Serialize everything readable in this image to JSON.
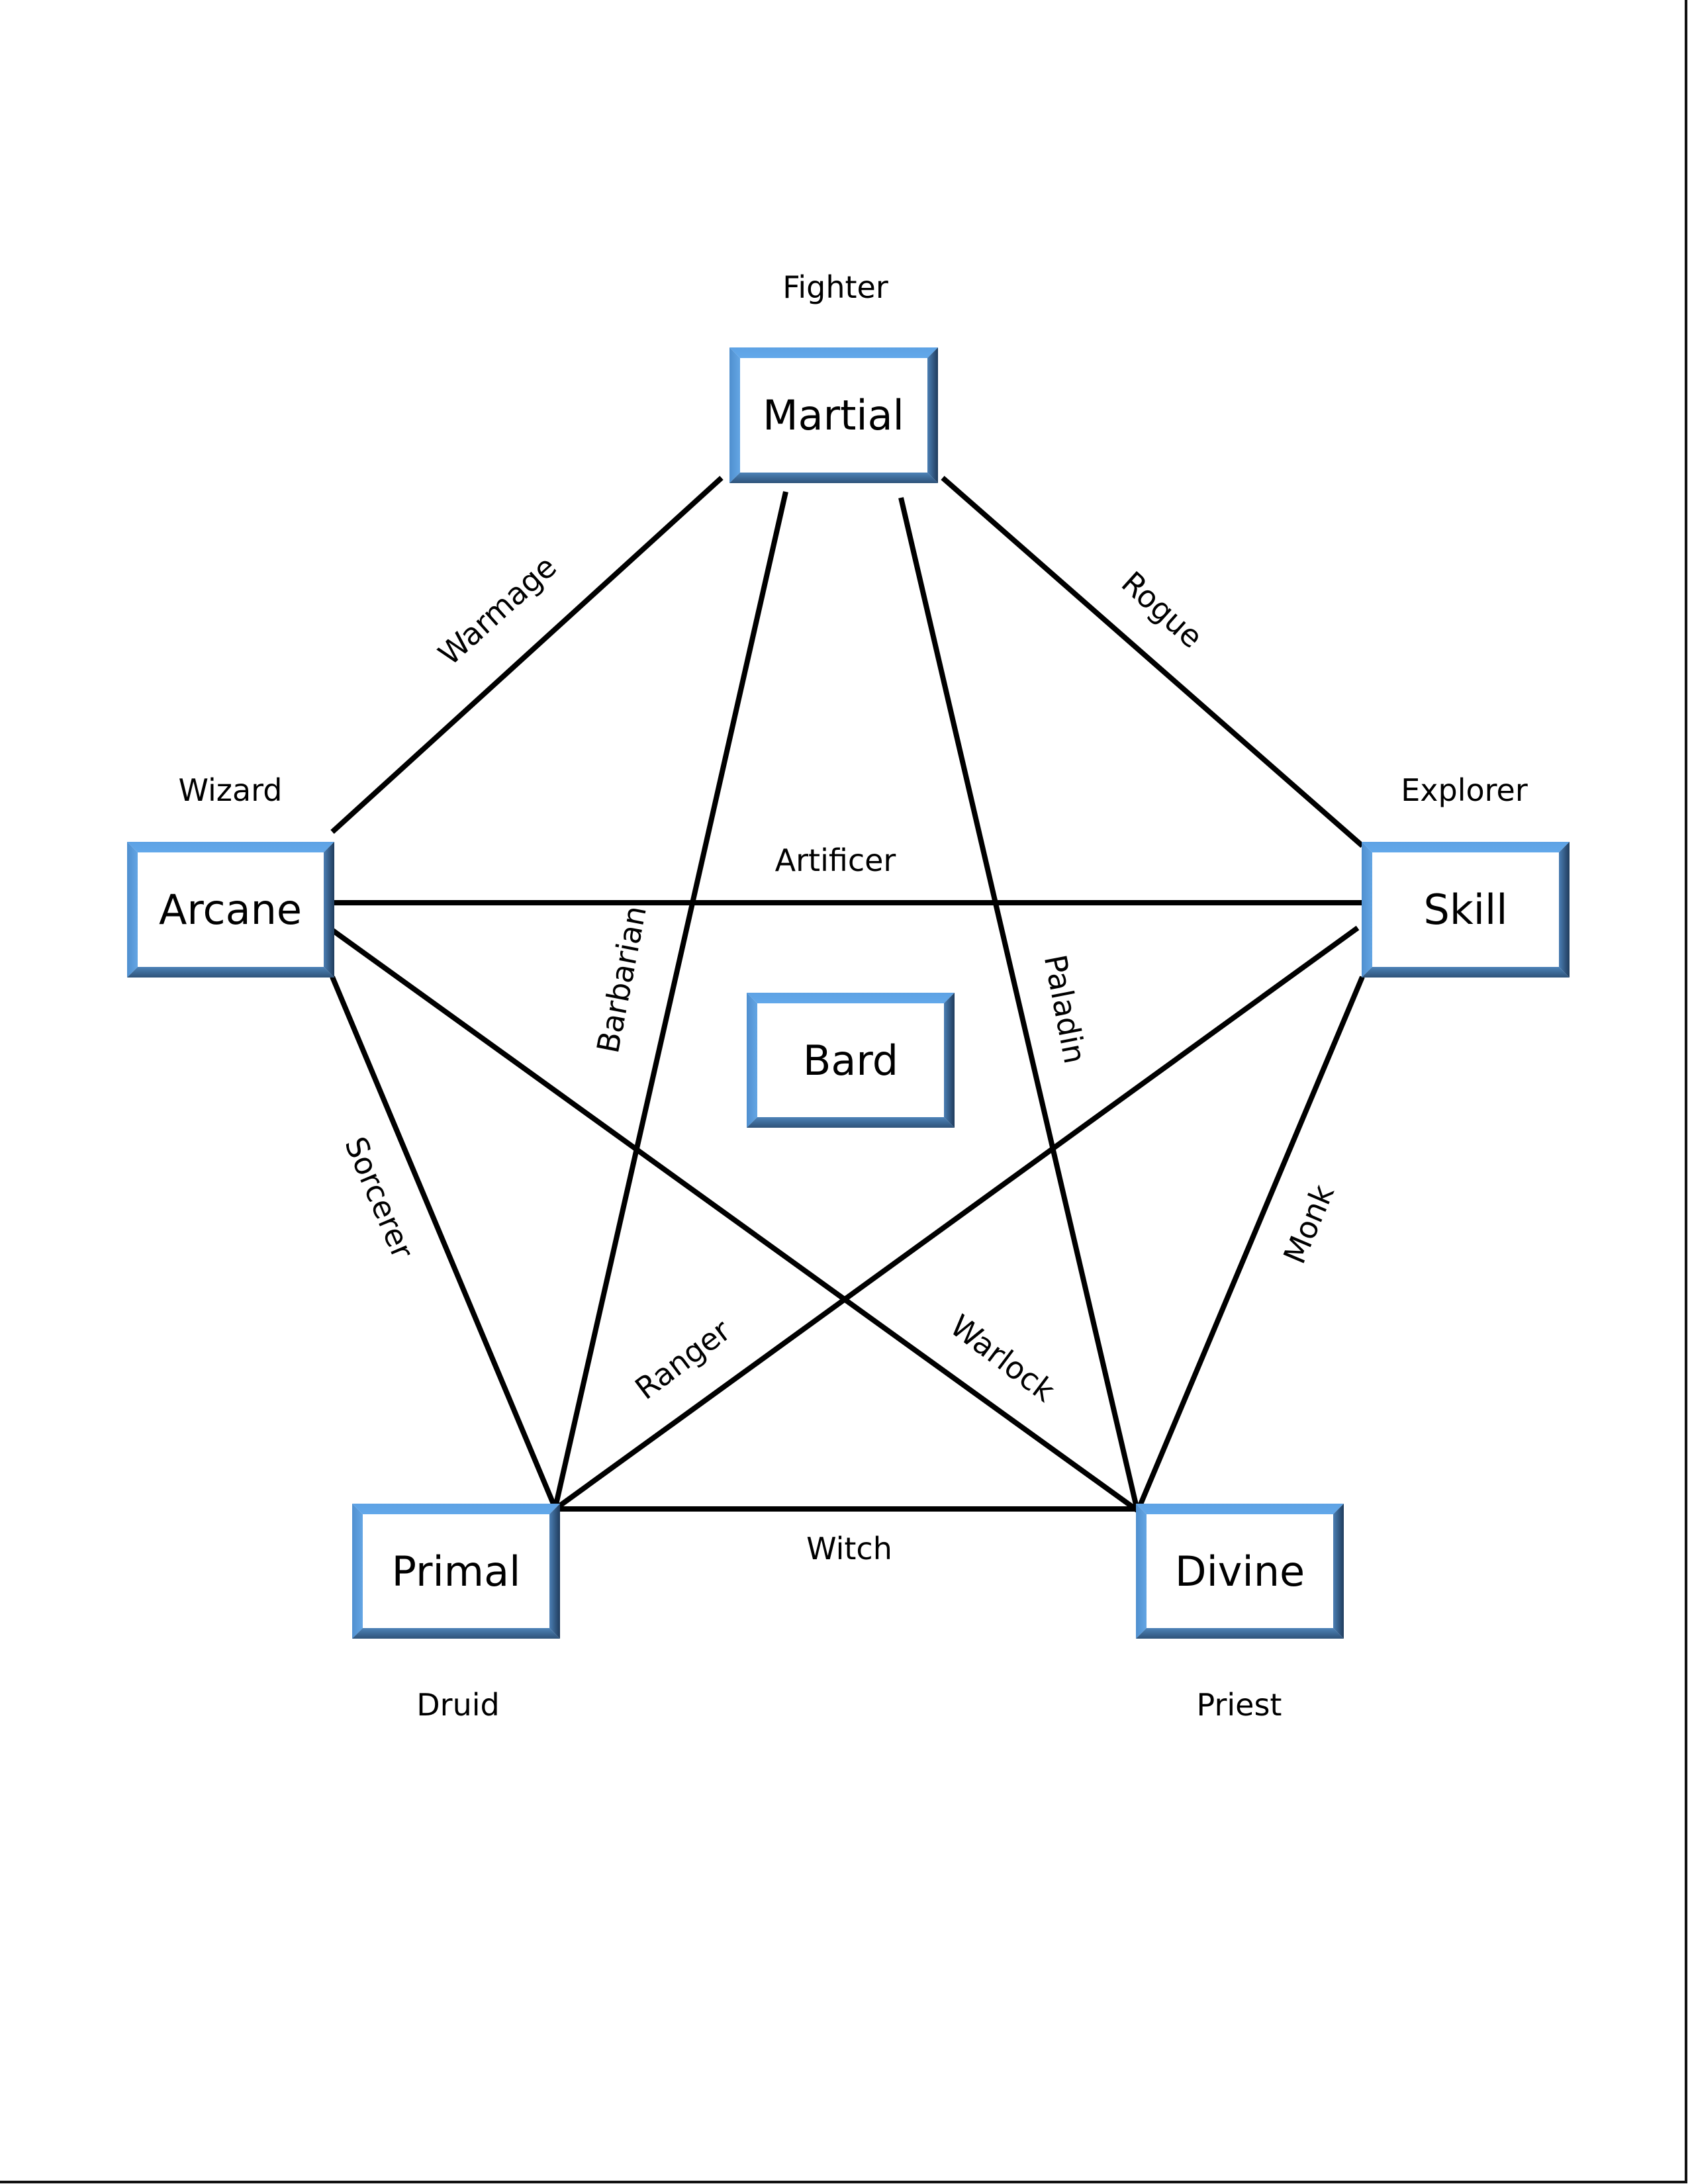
{
  "diagram": {
    "nodes": {
      "martial": {
        "label": "Martial",
        "archetype": "Fighter"
      },
      "arcane": {
        "label": "Arcane",
        "archetype": "Wizard"
      },
      "skill": {
        "label": "Skill",
        "archetype": "Explorer"
      },
      "primal": {
        "label": "Primal",
        "archetype": "Druid"
      },
      "divine": {
        "label": "Divine",
        "archetype": "Priest"
      },
      "center": {
        "label": "Bard"
      }
    },
    "edges": {
      "martial_arcane": {
        "from": "Martial",
        "to": "Arcane",
        "label": "Warmage"
      },
      "martial_skill": {
        "from": "Martial",
        "to": "Skill",
        "label": "Rogue"
      },
      "arcane_skill": {
        "from": "Arcane",
        "to": "Skill",
        "label": "Artificer"
      },
      "martial_primal": {
        "from": "Martial",
        "to": "Primal",
        "label": "Barbarian"
      },
      "martial_divine": {
        "from": "Martial",
        "to": "Divine",
        "label": "Paladin"
      },
      "arcane_primal": {
        "from": "Arcane",
        "to": "Primal",
        "label": "Sorcerer"
      },
      "skill_divine": {
        "from": "Skill",
        "to": "Divine",
        "label": "Monk"
      },
      "skill_primal": {
        "from": "Skill",
        "to": "Primal",
        "label": "Ranger"
      },
      "arcane_divine": {
        "from": "Arcane",
        "to": "Divine",
        "label": "Warlock"
      },
      "primal_divine": {
        "from": "Primal",
        "to": "Divine",
        "label": "Witch"
      }
    },
    "colors": {
      "frame_light": "#62a6e6",
      "frame_mid": "#4a7fb5",
      "frame_dark": "#2c4f75",
      "line": "#000000"
    }
  }
}
